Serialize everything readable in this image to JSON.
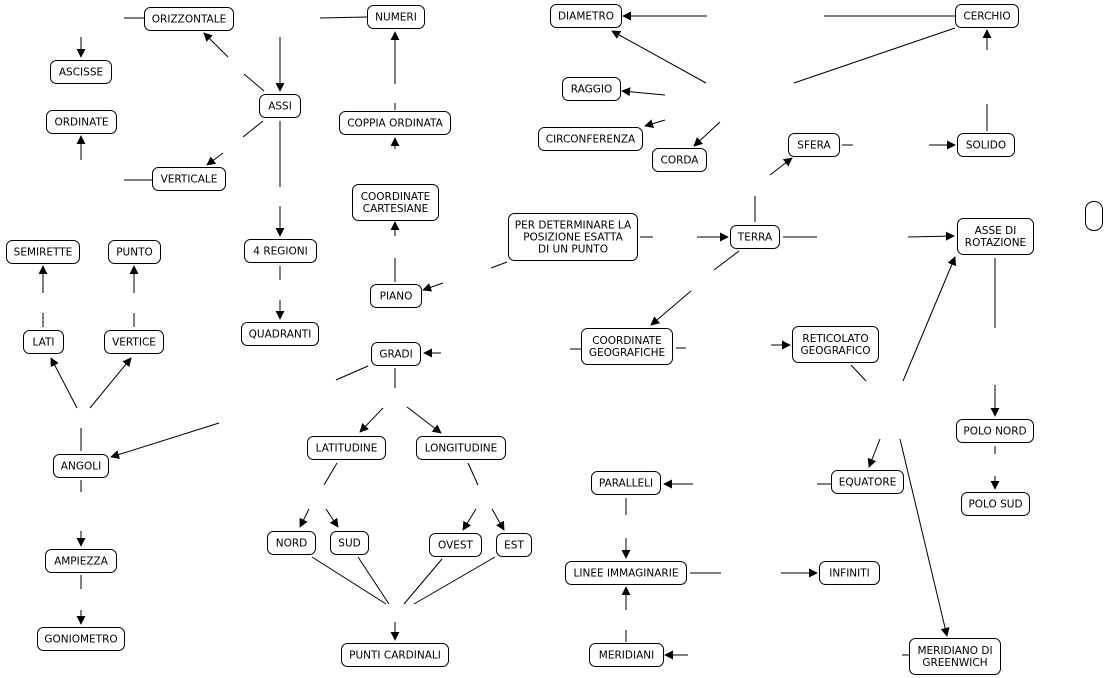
{
  "concept_map": {
    "nodes": {
      "orizzontale": [
        "ORIZZONTALE"
      ],
      "numeri": [
        "NUMERI"
      ],
      "diametro": [
        "DIAMETRO"
      ],
      "cerchio": [
        "CERCHIO"
      ],
      "ascisse": [
        "ASCISSE"
      ],
      "assi": [
        "ASSI"
      ],
      "raggio": [
        "RAGGIO"
      ],
      "ordinate": [
        "ORDINATE"
      ],
      "coppia_ordinata": [
        "COPPIA ORDINATA"
      ],
      "circonferenza": [
        "CIRCONFERENZA"
      ],
      "corda": [
        "CORDA"
      ],
      "sfera": [
        "SFERA"
      ],
      "solido": [
        "SOLIDO"
      ],
      "verticale": [
        "VERTICALE"
      ],
      "coordinate_cartesiane": [
        "COORDINATE",
        "CARTESIANE"
      ],
      "per_determinare": [
        "PER DETERMINARE LA",
        "POSIZIONE ESATTA",
        "DI UN PUNTO"
      ],
      "terra": [
        "TERRA"
      ],
      "asse_rotazione": [
        "ASSE DI",
        "ROTAZIONE"
      ],
      "semirette": [
        "SEMIRETTE"
      ],
      "punto": [
        "PUNTO"
      ],
      "quattro_regioni": [
        "4 REGIONI"
      ],
      "piano": [
        "PIANO"
      ],
      "quadranti": [
        "QUADRANTI"
      ],
      "lati": [
        "LATI"
      ],
      "vertice": [
        "VERTICE"
      ],
      "gradi": [
        "GRADI"
      ],
      "coordinate_geografiche": [
        "COORDINATE",
        "GEOGRAFICHE"
      ],
      "reticolato_geografico": [
        "RETICOLATO",
        "GEOGRAFICO"
      ],
      "polo_nord": [
        "POLO NORD"
      ],
      "latitudine": [
        "LATITUDINE"
      ],
      "longitudine": [
        "LONGITUDINE"
      ],
      "angoli": [
        "ANGOLI"
      ],
      "paralleli": [
        "PARALLELI"
      ],
      "equatore": [
        "EQUATORE"
      ],
      "polo_sud": [
        "POLO SUD"
      ],
      "nord": [
        "NORD"
      ],
      "sud": [
        "SUD"
      ],
      "ovest": [
        "OVEST"
      ],
      "est": [
        "EST"
      ],
      "ampiezza": [
        "AMPIEZZA"
      ],
      "linee_immaginarie": [
        "LINEE IMMAGINARIE"
      ],
      "infiniti": [
        "INFINITI"
      ],
      "goniometro": [
        "GONIOMETRO"
      ],
      "punti_cardinali": [
        "PUNTI CARDINALI"
      ],
      "meridiani": [
        "MERIDIANI"
      ],
      "meridiano_greenwich": [
        "MERIDIANO DI",
        "GREENWICH"
      ],
      "blank_node": []
    },
    "relations": [
      [
        "assi",
        "orizzontale"
      ],
      [
        "assi",
        "verticale"
      ],
      [
        "assi",
        "quattro_regioni"
      ],
      [
        "orizzontale",
        "ascisse"
      ],
      [
        "verticale",
        "ordinate"
      ],
      [
        "coppia_ordinata",
        "numeri"
      ],
      [
        "coordinate_cartesiane",
        "coppia_ordinata"
      ],
      [
        "piano",
        "coordinate_cartesiane"
      ],
      [
        "per_determinare",
        "piano"
      ],
      [
        "quattro_regioni",
        "quadranti"
      ],
      [
        "per_determinare",
        "terra"
      ],
      [
        "terra",
        "sfera"
      ],
      [
        "sfera",
        "solido"
      ],
      [
        "solido",
        "cerchio"
      ],
      [
        "cerchio",
        "diametro"
      ],
      [
        "cerchio",
        "raggio"
      ],
      [
        "cerchio",
        "circonferenza"
      ],
      [
        "cerchio",
        "corda"
      ],
      [
        "terra",
        "coordinate_geografiche"
      ],
      [
        "terra",
        "asse_rotazione"
      ],
      [
        "asse_rotazione",
        "polo_nord"
      ],
      [
        "polo_nord",
        "polo_sud"
      ],
      [
        "coordinate_geografiche",
        "gradi"
      ],
      [
        "coordinate_geografiche",
        "reticolato_geografico"
      ],
      [
        "reticolato_geografico",
        "equatore"
      ],
      [
        "reticolato_geografico",
        "meridiano_greenwich"
      ],
      [
        "reticolato_geografico",
        "asse_rotazione"
      ],
      [
        "gradi",
        "angoli"
      ],
      [
        "gradi",
        "latitudine"
      ],
      [
        "gradi",
        "longitudine"
      ],
      [
        "latitudine",
        "nord"
      ],
      [
        "latitudine",
        "sud"
      ],
      [
        "longitudine",
        "ovest"
      ],
      [
        "longitudine",
        "est"
      ],
      [
        "nord",
        "punti_cardinali"
      ],
      [
        "sud",
        "punti_cardinali"
      ],
      [
        "ovest",
        "punti_cardinali"
      ],
      [
        "est",
        "punti_cardinali"
      ],
      [
        "angoli",
        "lati"
      ],
      [
        "angoli",
        "vertice"
      ],
      [
        "angoli",
        "ampiezza"
      ],
      [
        "lati",
        "semirette"
      ],
      [
        "vertice",
        "punto"
      ],
      [
        "ampiezza",
        "goniometro"
      ],
      [
        "equatore",
        "paralleli"
      ],
      [
        "paralleli",
        "linee_immaginarie"
      ],
      [
        "meridiani",
        "linee_immaginarie"
      ],
      [
        "meridiano_greenwich",
        "meridiani"
      ],
      [
        "linee_immaginarie",
        "infiniti"
      ]
    ]
  }
}
